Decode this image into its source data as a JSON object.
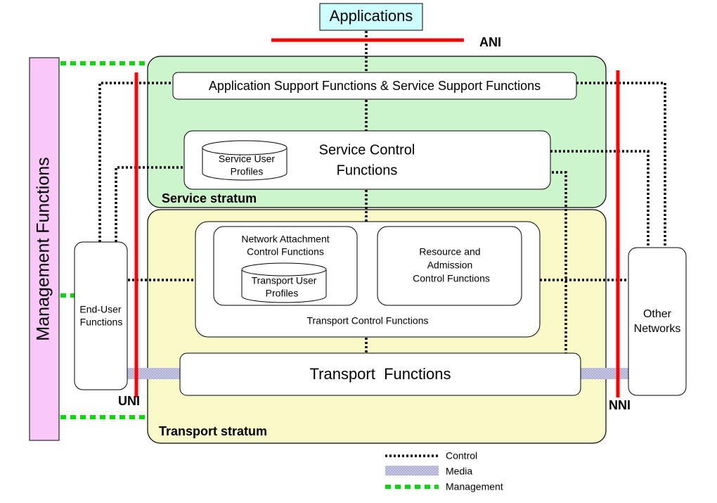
{
  "colors": {
    "service_stratum_fill": "#ccf5cc",
    "transport_stratum_fill": "#fafac8",
    "management_fill": "#f9c8f9",
    "applications_fill": "#ccffff",
    "interface_red": "#ff0000",
    "management_green": "#00dd00",
    "media_fill": "#c8c8e8"
  },
  "applications": "Applications",
  "interfaces": {
    "ani": "ANI",
    "uni": "UNI",
    "nni": "NNI"
  },
  "management_functions": "Management Functions",
  "service_stratum": {
    "label": "Service stratum",
    "app_support": "Application Support Functions & Service Support Functions",
    "service_control": [
      "Service Control",
      "Functions"
    ],
    "service_user_profiles": [
      "Service User",
      "Profiles"
    ]
  },
  "transport_stratum": {
    "label": "Transport stratum",
    "transport_control": "Transport Control Functions",
    "nacf": [
      "Network Attachment",
      "Control Functions"
    ],
    "transport_user_profiles": [
      "Transport User",
      "Profiles"
    ],
    "racf": [
      "Resource and",
      "Admission",
      "Control Functions"
    ],
    "transport_functions": "Transport  Functions"
  },
  "end_user_functions": [
    "End-User",
    "Functions"
  ],
  "other_networks": [
    "Other",
    "Networks"
  ],
  "legend": {
    "control": "Control",
    "media": "Media",
    "management": "Management"
  }
}
